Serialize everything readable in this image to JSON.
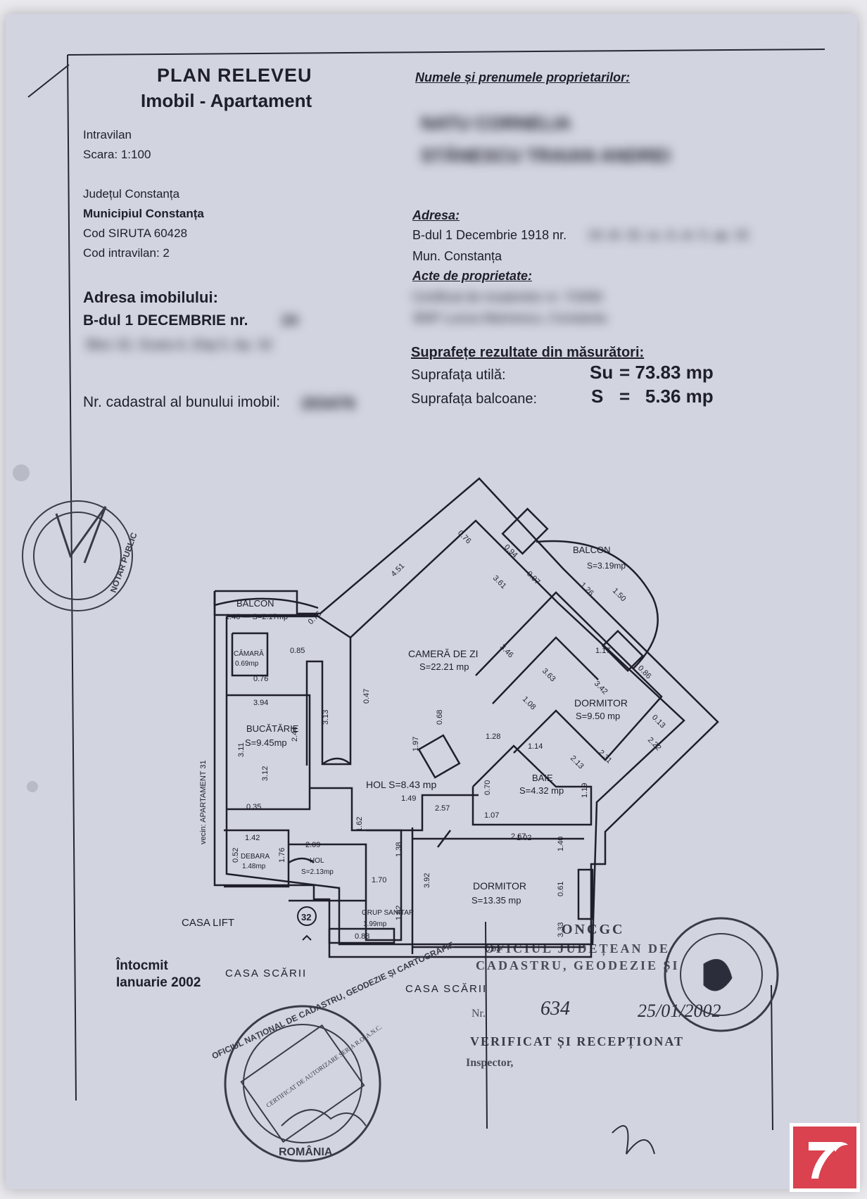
{
  "header": {
    "title": "PLAN RELEVEU",
    "subtitle": "Imobil - Apartament",
    "intravilan": "Intravilan",
    "scale": "Scara: 1:100"
  },
  "location": {
    "county": "Județul Constanța",
    "municipality": "Municipiul Constanța",
    "siruta": "Cod SIRUTA 60428",
    "intravilan_code": "Cod intravilan: 2"
  },
  "property_address": {
    "label": "Adresa imobilului:",
    "street": "B-dul 1 DECEMBRIE nr.",
    "street_number_redacted": "24",
    "line2_redacted": "Bloc 32, Scara A, Etaj 5, Ap. 32"
  },
  "cadastral": {
    "label": "Nr. cadastral al bunului imobil:",
    "number_redacted": "203476"
  },
  "owners": {
    "label": "Numele și prenumele proprietarilor:",
    "name1_redacted": "NATU CORNELIA",
    "name2_redacted": "STĂNESCU TRAIAN ANDREI"
  },
  "owner_address": {
    "label": "Adresa:",
    "street": "B-dul 1 Decembrie 1918 nr.",
    "street_redacted": "24, bl. 32, sc. A, et. 5, ap. 32",
    "city": "Mun. Constanța"
  },
  "deeds": {
    "label": "Acte de proprietate:",
    "line1_redacted": "Certificat de moștenitor nr. 7/2000",
    "line2_redacted": "BNP Lucica Marinescu, Constanta"
  },
  "surfaces": {
    "heading": "Suprafețe rezultate din măsurători:",
    "useful_label": "Suprafața utilă:",
    "useful_symbol": "Su",
    "useful_value": "= 73.83 mp",
    "balcony_label": "Suprafața balcoane:",
    "balcony_symbol": "S",
    "balcony_value": "=   5.36 mp"
  },
  "plan": {
    "rooms": [
      {
        "name": "CAMERĂ DE ZI",
        "area": "S=22.21 mp"
      },
      {
        "name": "DORMITOR",
        "area": "S=9.50 mp"
      },
      {
        "name": "BUCĂTĂRIE",
        "area": "S=9.45mp"
      },
      {
        "name": "BAIE",
        "area": "S=4.32 mp"
      },
      {
        "name": "DORMITOR",
        "area": "S=13.35 mp"
      },
      {
        "name": "BALCON",
        "area": "S=3.19mp"
      }
    ],
    "hall": "HOL S=8.43 mp",
    "balcony_left": "BALCON",
    "balcony_left_area": "1.46 — S=2.17mp",
    "pantry": "CĂMARĂ",
    "pantry_area": "0.69mp",
    "storage": "DEBARA",
    "storage_area": "1.48mp",
    "hall_small": "HOL",
    "hall_small_area": "S=2.13mp",
    "wc": "GRUP SANITAR",
    "wc_area": "1.99mp",
    "neighbor": "vecin: APARTAMENT 31",
    "lift": "CASA LIFT",
    "stairs1": "CASA  SCĂRII",
    "stairs2": "CASA  SCĂRII",
    "apt_number": "32",
    "dimensions": [
      "4.51",
      "3.61",
      "0.76",
      "0.94",
      "0.97",
      "1.26",
      "1.50",
      "1.17",
      "0.86",
      "3.46",
      "3.63",
      "3.42",
      "1.08",
      "1.28",
      "2.22",
      "2.31",
      "2.13",
      "1.14",
      "0.13",
      "1.19",
      "0.70",
      "1.07",
      "2.67",
      "3.94",
      "2.44",
      "3.13",
      "3.11",
      "0.47",
      "0.68",
      "1.97",
      "0.35",
      "3.12",
      "1.49",
      "2.57",
      "1.02",
      "1.40",
      "0.61",
      "3.33",
      "3.92",
      "0.93",
      "1.42",
      "2.09",
      "1.62",
      "0.52",
      "1.76",
      "1.70",
      "1.38",
      "1.62",
      "0.88",
      "0.85",
      "0.76",
      "0.76"
    ]
  },
  "footer": {
    "drafted_label": "Întocmit",
    "drafted_date": "Ianuarie 2002",
    "stamp_title": "ONCGC",
    "stamp_office": "OFICIUL JUDEȚEAN DE",
    "stamp_office2": "CADASTRU, GEODEZIE ȘI",
    "stamp_no_label": "Nr.",
    "stamp_no": "634",
    "stamp_date": "25/01/2002",
    "stamp_verified": "VERIFICAT ȘI RECEPȚIONAT",
    "stamp_inspector": "Inspector,",
    "seal_text": "OFICIUL NAȚIONAL DE CADASTRU, GEODEZIE ȘI CARTOGRAFIE",
    "seal_country": "ROMÂNIA",
    "seal_center": "CERTIFICAT DE AUTORIZARE SERIA R.O. A.N.C.",
    "notary_stamp": "NOTAR PUBLIC"
  }
}
